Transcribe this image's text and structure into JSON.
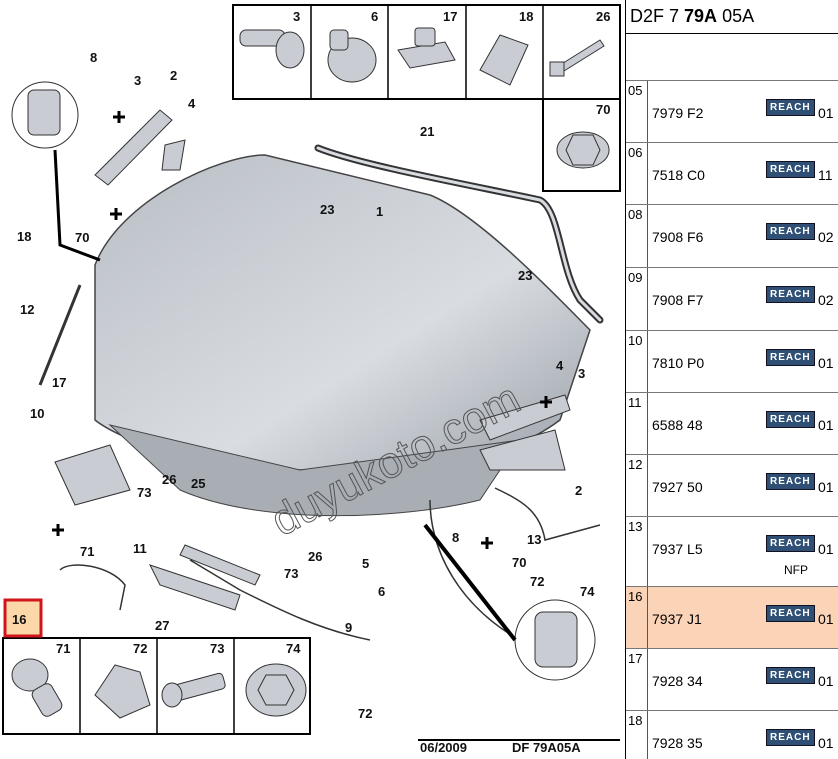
{
  "diagram": {
    "callouts": {
      "c1": "1",
      "c2a": "2",
      "c2b": "2",
      "c3a": "3",
      "c3b": "3",
      "c4a": "4",
      "c4b": "4",
      "c5": "5",
      "c6": "6",
      "c8a": "8",
      "c8b": "8",
      "c9": "9",
      "c10": "10",
      "c11": "11",
      "c12": "12",
      "c13": "13",
      "c17": "17",
      "c18": "18",
      "c21": "21",
      "c23a": "23",
      "c23b": "23",
      "c25": "25",
      "c26a": "26",
      "c26b": "26",
      "c27": "27",
      "c70a": "70",
      "c70b": "70",
      "c71": "71",
      "c72a": "72",
      "c72b": "72",
      "c73a": "73",
      "c73b": "73",
      "c74": "74"
    },
    "selected_callout": "16",
    "top_box_labels": [
      "3",
      "6",
      "17",
      "18",
      "26"
    ],
    "side_box_label": "70",
    "bottom_box_labels": [
      "71",
      "72",
      "73",
      "74"
    ],
    "watermark": "duyukoto.com",
    "date": "06/2009",
    "drawing_ref": "DF 79A05A"
  },
  "panel": {
    "header_prefix": "D2F 7 ",
    "header_bold": "79A",
    "header_suffix": " 05A",
    "reach_label": "REACH",
    "rows": [
      {
        "idx": "05",
        "ref": "7979 F2",
        "qty": "01",
        "note": ""
      },
      {
        "idx": "06",
        "ref": "7518 C0",
        "qty": "11",
        "note": ""
      },
      {
        "idx": "08",
        "ref": "7908 F6",
        "qty": "02",
        "note": ""
      },
      {
        "idx": "09",
        "ref": "7908 F7",
        "qty": "02",
        "note": ""
      },
      {
        "idx": "10",
        "ref": "7810 P0",
        "qty": "01",
        "note": ""
      },
      {
        "idx": "11",
        "ref": "6588 48",
        "qty": "01",
        "note": ""
      },
      {
        "idx": "12",
        "ref": "7927 50",
        "qty": "01",
        "note": ""
      },
      {
        "idx": "13",
        "ref": "7937 L5",
        "qty": "01",
        "note": "NFP"
      },
      {
        "idx": "16",
        "ref": "7937 J1",
        "qty": "01",
        "note": ""
      },
      {
        "idx": "17",
        "ref": "7928 34",
        "qty": "01",
        "note": ""
      },
      {
        "idx": "18",
        "ref": "7928 35",
        "qty": "01",
        "note": ""
      }
    ],
    "selected_index": 8
  },
  "colors": {
    "part_fill": "#c9cdd3",
    "selection": "#fbd3b7",
    "highlight_border": "#d0151d",
    "reach_badge": "#2f4f74"
  }
}
